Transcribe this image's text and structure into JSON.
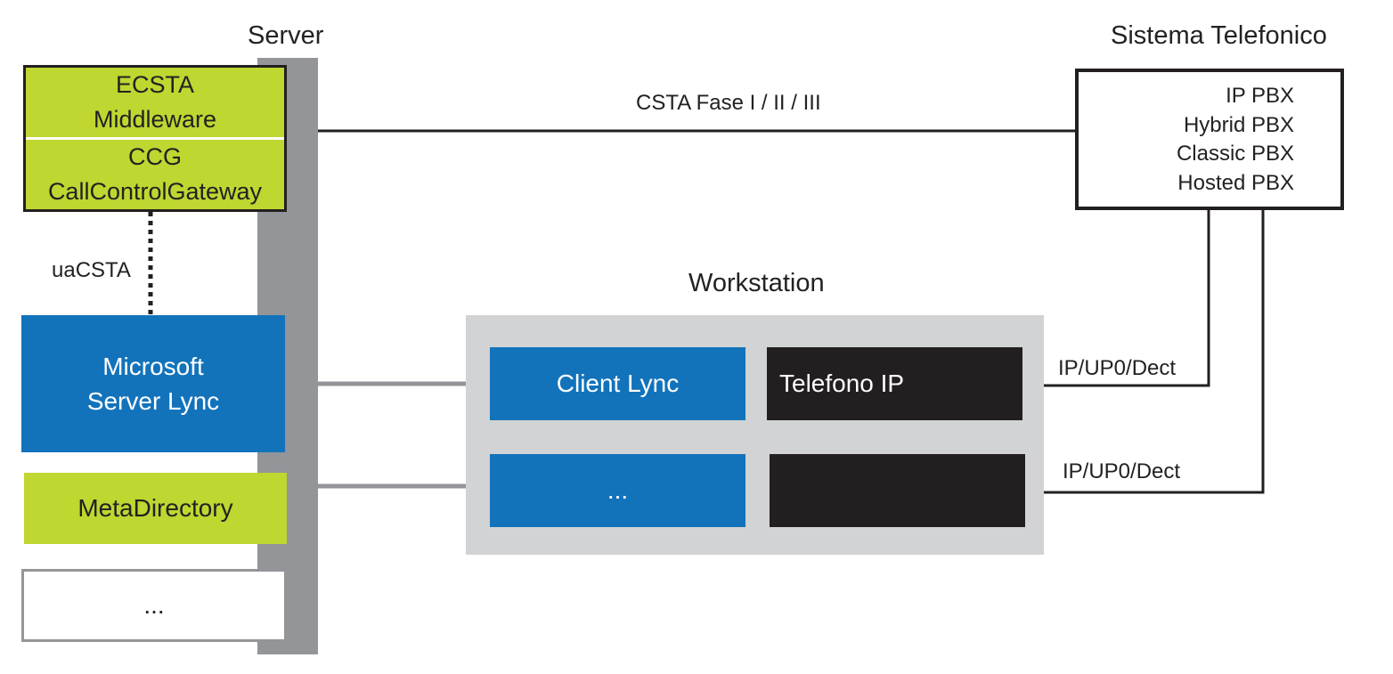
{
  "server": {
    "title": "Server",
    "ecsta": {
      "line1": "ECSTA",
      "line2": "Middleware"
    },
    "ccg": {
      "line1": "CCG",
      "line2": "CallControlGateway"
    },
    "uacsta_label": "uaCSTA",
    "lync_server": {
      "line1": "Microsoft",
      "line2": "Server Lync"
    },
    "metadirectory": "MetaDirectory",
    "more": "..."
  },
  "phone_system": {
    "title": "Sistema Telefonico",
    "items": [
      "IP PBX",
      "Hybrid PBX",
      "Classic PBX",
      "Hosted PBX"
    ],
    "csta_label": "CSTA Fase I / II / III"
  },
  "workstation": {
    "title": "Workstation",
    "client_lync": "Client Lync",
    "telefono_ip": "Telefono IP",
    "more": "...",
    "link_label_1": "IP/UP0/Dect",
    "link_label_2": "IP/UP0/Dect"
  },
  "colors": {
    "lime": "#c0d631",
    "blue": "#1273bb",
    "black": "#231f20",
    "server_bar": "#939598",
    "workstation_bg": "#d1d3d4",
    "connector_gray": "#939598"
  }
}
